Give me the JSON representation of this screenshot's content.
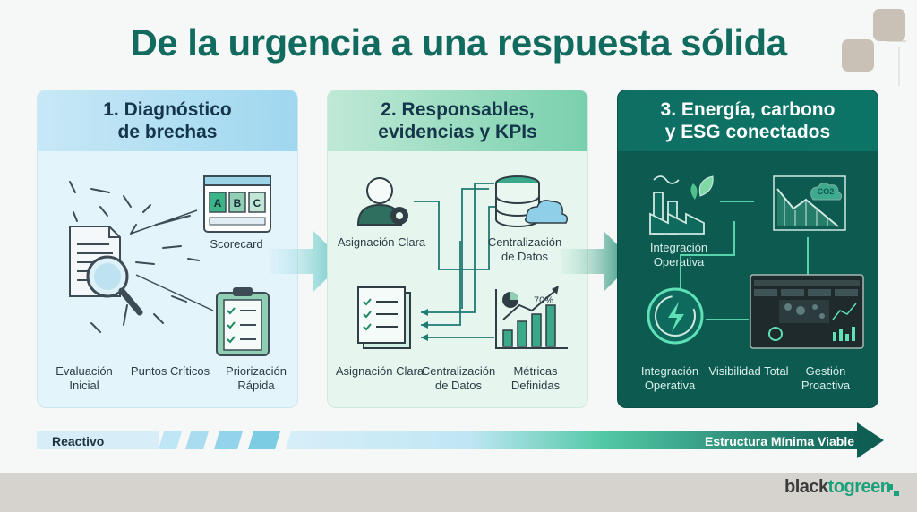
{
  "title": "De la urgencia a una respuesta sólida",
  "panels": [
    {
      "heading": "1. Diagnóstico de brechas",
      "heading_lines": [
        "1. Diagnóstico",
        "de brechas"
      ],
      "scorecard_letters": [
        "A",
        "B",
        "C"
      ],
      "labels": {
        "scorecard": "Scorecard",
        "evaluacion": "Evaluación Inicial",
        "puntos": "Puntos Críticos",
        "priorizacion": "Priorización Rápida"
      }
    },
    {
      "heading_lines": [
        "2. Responsables,",
        "evidencias y KPIs"
      ],
      "labels": {
        "asignacion_top": "Asignación Clara",
        "centralizacion_top": "Centralización de Datos",
        "asignacion_bottom": "Asignación Clara",
        "centralizacion_bottom": "Centralización de Datos",
        "metricas": "Métricas Definidas",
        "percent": "70%"
      }
    },
    {
      "heading_lines": [
        "3. Energía, carbono",
        "y ESG conectados"
      ],
      "labels": {
        "integracion_top": "Integración Operativa",
        "co2": "CO2",
        "integracion_bottom": "Integración Operativa",
        "visibilidad": "Visibilidad Total",
        "gestion": "Gestión Proactiva"
      }
    }
  ],
  "progress": {
    "left": "Reactivo",
    "right": "Estructura Mínima Viable"
  },
  "logo": {
    "black": "black",
    "to": "to",
    "green": "green"
  },
  "colors": {
    "title": "#126b5f",
    "accent": "#1aa07a",
    "dark_panel": "#0c5a50"
  }
}
